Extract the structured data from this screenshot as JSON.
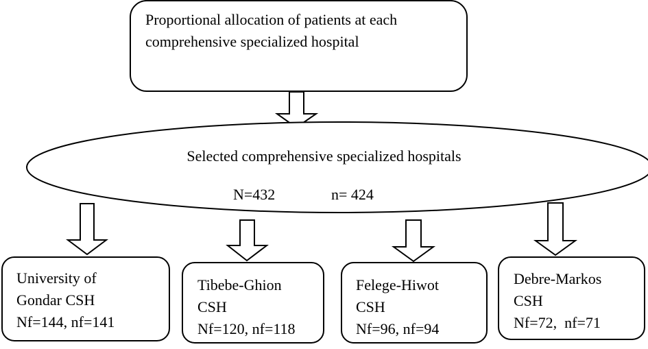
{
  "top_box": {
    "line1": "Proportional allocation of patients at each",
    "line2": "comprehensive specialized hospital"
  },
  "oval": {
    "title": "Selected comprehensive specialized hospitals",
    "population": "N=432",
    "sample": "n= 424"
  },
  "hospitals": [
    {
      "line1": "University of",
      "line2": "Gondar CSH",
      "line3": "Nf=144, nf=141"
    },
    {
      "line1": "Tibebe-Ghion",
      "line2": "CSH",
      "line3": "Nf=120, nf=118"
    },
    {
      "line1": "Felege-Hiwot",
      "line2": "CSH",
      "line3": "Nf=96, nf=94"
    },
    {
      "line1": "Debre-Markos",
      "line2": "CSH",
      "line3": "Nf=72,  nf=71"
    }
  ],
  "colors": {
    "stroke": "#000000",
    "fill": "#ffffff",
    "text": "#000000"
  }
}
